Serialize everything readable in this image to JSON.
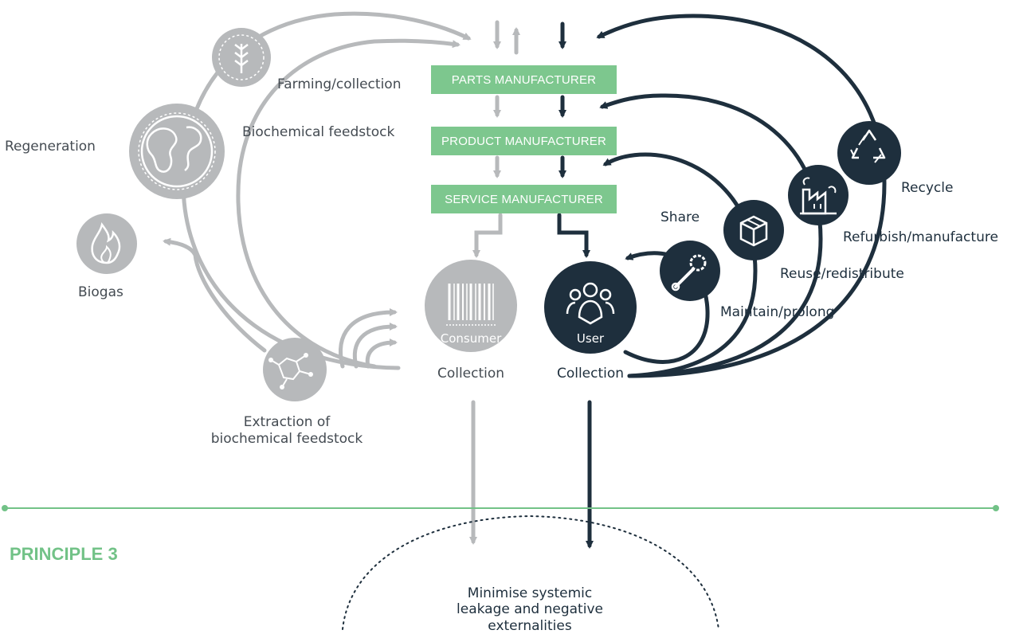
{
  "boxes": {
    "parts": "PARTS MANUFACTURER",
    "product": "PRODUCT MANUFACTURER",
    "service": "SERVICE MANUFACTURER"
  },
  "bio_labels": {
    "farming": "Farming/collection",
    "feedstock": "Biochemical feedstock",
    "regeneration": "Regeneration",
    "biogas": "Biogas",
    "extraction_line1": "Extraction of",
    "extraction_line2": "biochemical feedstock"
  },
  "tech_labels": {
    "share": "Share",
    "maintain": "Maintain/prolong",
    "reuse": "Reuse/redistribute",
    "refurbish": "Refurbish/manufacture",
    "recycle": "Recycle"
  },
  "nodes": {
    "consumer": "Consumer",
    "user": "User",
    "collection_left": "Collection",
    "collection_right": "Collection"
  },
  "principle": "PRINCIPLE 3",
  "outcome": {
    "line1": "Minimise systemic",
    "line2": "leakage and negative",
    "line3": "externalities"
  },
  "colors": {
    "grey": "#b7b9bb",
    "dark": "#1e2f3d",
    "green": "#7dc78e",
    "line_green": "#72c287"
  },
  "icons": [
    "wheat-icon",
    "globe-icon",
    "flame-icon",
    "molecule-icon",
    "barcode-icon",
    "users-icon",
    "wrench-icon",
    "box-icon",
    "factory-icon",
    "recycle-icon"
  ]
}
